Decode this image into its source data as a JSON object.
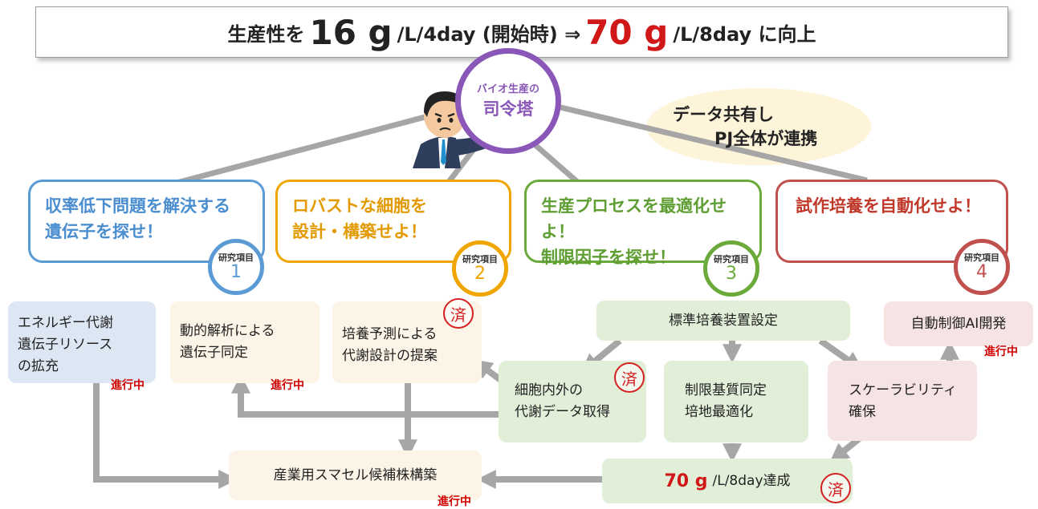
{
  "banner": {
    "prefix": "生産性を",
    "start_value": "16 g",
    "start_rate": "/L/4day (開始時) ⇒",
    "target_value": "70 g",
    "target_rate": "/L/8day に向上"
  },
  "hub": {
    "line1": "バイオ生産の",
    "line2": "司令塔"
  },
  "data_share": {
    "line1": "データ共有し",
    "line2": "PJ全体が連携"
  },
  "badge_label": "研究項目",
  "tasks": [
    {
      "line1": "収率低下問題を解決する",
      "line2": "遺伝子を探せ！",
      "num": "1",
      "color": "#5b9bd5"
    },
    {
      "line1": "ロバストな細胞を",
      "line2": "設計・構築せよ！",
      "num": "2",
      "color": "#f0a500"
    },
    {
      "line1": "生産プロセスを最適化せよ！",
      "line2": "制限因子を探せ！",
      "num": "3",
      "color": "#6aaa3a"
    },
    {
      "line1": "試作培養を自動化せよ！",
      "line2": "",
      "num": "4",
      "color": "#c0504d"
    }
  ],
  "cards": {
    "energy": {
      "line1": "エネルギー代謝",
      "line2": "遺伝子リソース",
      "line3": "の拡充",
      "status": "進行中"
    },
    "dynamic": {
      "line1": "動的解析による",
      "line2": "遺伝子同定",
      "status": "進行中"
    },
    "culture_pred": {
      "line1": "培養予測による",
      "line2": "代謝設計の提案",
      "done": "済"
    },
    "cell_data": {
      "line1": "細胞内外の",
      "line2": "代謝データ取得",
      "done": "済"
    },
    "std_setting": {
      "text": "標準培養装置設定"
    },
    "limit": {
      "line1": "制限基質同定",
      "line2": "培地最適化"
    },
    "scalability": {
      "line1": "スケーラビリティ",
      "line2": "確保"
    },
    "auto_ai": {
      "text": "自動制御AI開発",
      "status": "進行中"
    },
    "achieve": {
      "value": "70 g",
      "rate": "/L/8day達成",
      "done": "済"
    },
    "candidate": {
      "text": "産業用スマセル候補株構築",
      "status": "進行中"
    }
  },
  "colors": {
    "hub_ring": "#8a57b8",
    "red": "#d01818",
    "arrow": "#a6a6a6"
  },
  "icons": {
    "person": "businessman-pointing-icon"
  }
}
